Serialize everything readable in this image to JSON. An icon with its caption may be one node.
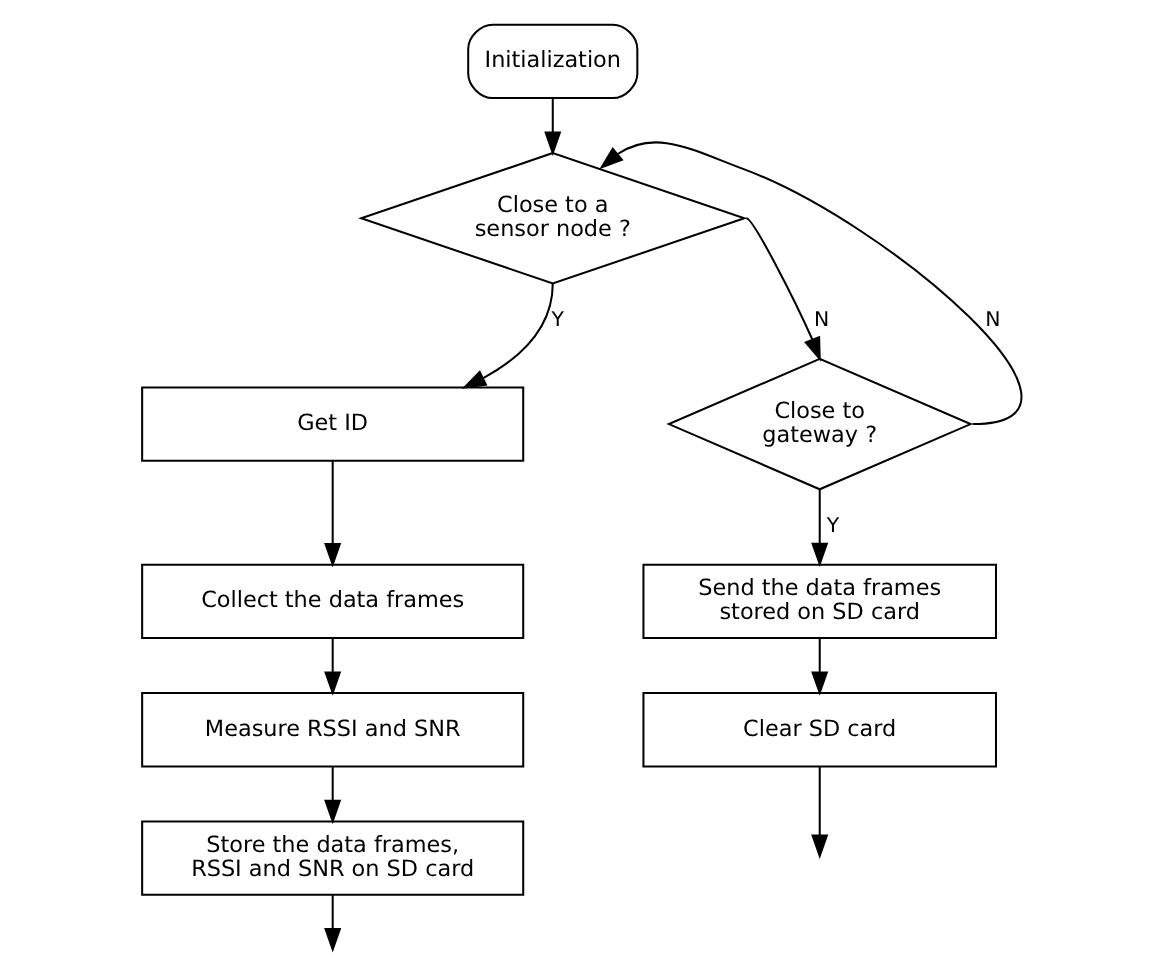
{
  "diagram": {
    "nodes": [
      {
        "text": [
          "Initialization"
        ]
      },
      {
        "text": [
          "Close to a sensor node ?"
        ]
      },
      {
        "text": [
          "Close to gateway ?"
        ]
      },
      {
        "text": [
          "Get ID"
        ]
      },
      {
        "text": [
          "Collect the data frames"
        ]
      },
      {
        "text": [
          "Measure RSSI and SNR"
        ]
      },
      {
        "text": [
          "Store the data frames, RSSI and SNR on SD card"
        ]
      },
      {
        "text": [
          "Send the data frames stored on SD card"
        ]
      },
      {
        "text": [
          "Clear SD card"
        ]
      }
    ],
    "edges": [
      {
        "from": 0,
        "to": 1,
        "arrow": "to"
      },
      {
        "from": 1,
        "to": 2,
        "arrow": "to",
        "label": "N"
      },
      {
        "from": 1,
        "to": 3,
        "arrow": "to",
        "label": "Y"
      },
      {
        "from": 3,
        "to": 4,
        "arrow": "to"
      },
      {
        "from": 4,
        "to": 5,
        "arrow": "to"
      },
      {
        "from": 5,
        "to": 6,
        "arrow": "to"
      },
      {
        "from": 6,
        "to": null,
        "arrow": "to"
      },
      {
        "from": 2,
        "to": 7,
        "arrow": "to",
        "label": "Y"
      },
      {
        "from": 7,
        "to": 8,
        "arrow": "to"
      },
      {
        "from": 8,
        "to": null,
        "arrow": "to"
      },
      {
        "from": 2,
        "to": 1,
        "arrow": "to",
        "label": "N"
      }
    ]
  }
}
